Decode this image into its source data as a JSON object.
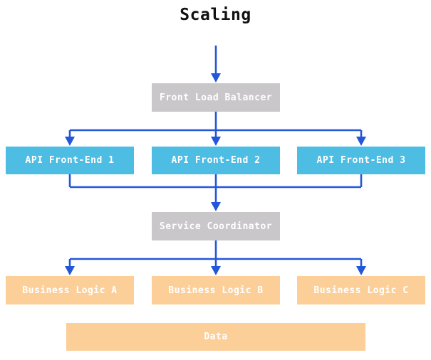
{
  "title": "Scaling",
  "palette": {
    "background": "#FFFFFF",
    "title_color": "#111111",
    "node_text": "#FFFFFF",
    "node_gray": "#CAC7CB",
    "node_blue": "#4DBDE4",
    "node_orange": "#FDCF98",
    "arrow_blue": "#2356D9"
  },
  "diagram": {
    "nodes": [
      {
        "id": "front-load-balancer",
        "label": "Front Load Balancer",
        "color": "node_gray"
      },
      {
        "id": "api-front-end-1",
        "label": "API Front-End 1",
        "color": "node_blue"
      },
      {
        "id": "api-front-end-2",
        "label": "API Front-End 2",
        "color": "node_blue"
      },
      {
        "id": "api-front-end-3",
        "label": "API Front-End 3",
        "color": "node_blue"
      },
      {
        "id": "service-coordinator",
        "label": "Service Coordinator",
        "color": "node_gray"
      },
      {
        "id": "business-logic-a",
        "label": "Business Logic A",
        "color": "node_orange"
      },
      {
        "id": "business-logic-b",
        "label": "Business Logic B",
        "color": "node_orange"
      },
      {
        "id": "business-logic-c",
        "label": "Business Logic C",
        "color": "node_orange"
      },
      {
        "id": "data",
        "label": "Data",
        "color": "node_orange"
      }
    ],
    "edges": [
      {
        "from": "title",
        "to": "front-load-balancer"
      },
      {
        "from": "front-load-balancer",
        "to": "api-front-end-1"
      },
      {
        "from": "front-load-balancer",
        "to": "api-front-end-2"
      },
      {
        "from": "front-load-balancer",
        "to": "api-front-end-3"
      },
      {
        "from": "api-front-end-1",
        "to": "service-coordinator"
      },
      {
        "from": "api-front-end-2",
        "to": "service-coordinator"
      },
      {
        "from": "api-front-end-3",
        "to": "service-coordinator"
      },
      {
        "from": "service-coordinator",
        "to": "business-logic-a"
      },
      {
        "from": "service-coordinator",
        "to": "business-logic-b"
      },
      {
        "from": "service-coordinator",
        "to": "business-logic-c"
      }
    ]
  }
}
